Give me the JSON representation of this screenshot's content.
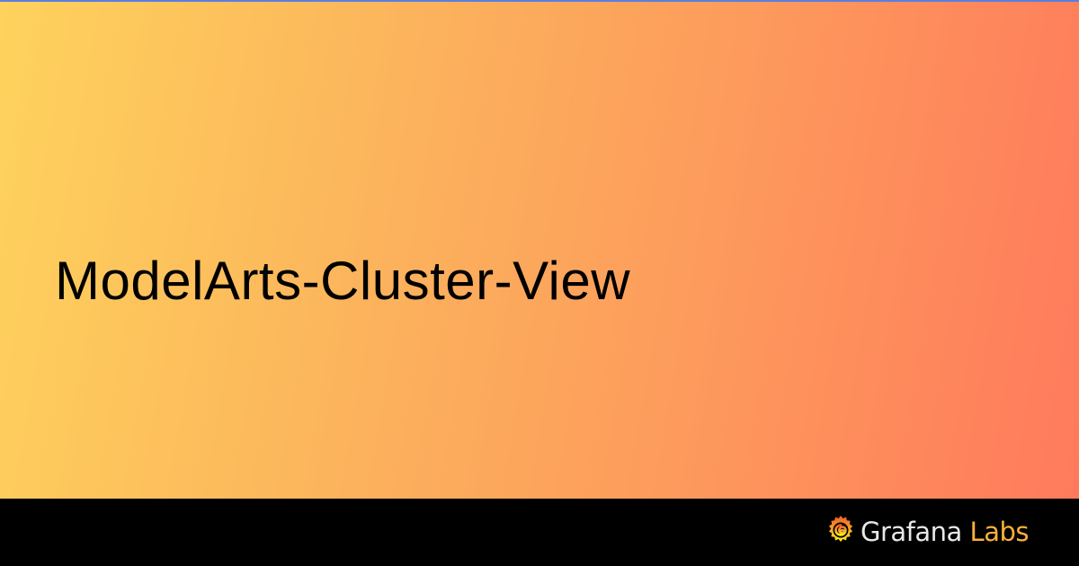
{
  "page": {
    "title": "ModelArts-Cluster-View"
  },
  "footer": {
    "brand": {
      "icon": "grafana-logo-icon",
      "name_primary": "Grafana",
      "name_secondary": "Labs"
    }
  },
  "colors": {
    "gradient_start": "#fed25d",
    "gradient_end": "#ff7a5c",
    "footer_bg": "#000000",
    "top_accent": "#5a7fe0",
    "brand_primary_text": "#e8e8e8",
    "brand_secondary_text": "#fbb03b"
  }
}
